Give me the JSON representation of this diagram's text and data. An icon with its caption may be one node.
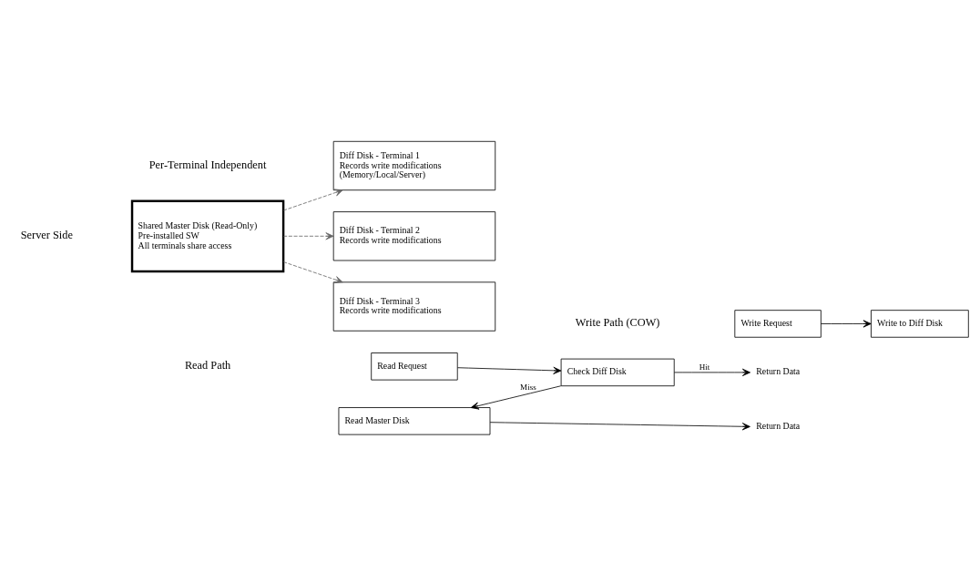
{
  "diagram": {
    "nodes": [
      {
        "text": [
          "Shared Master Disk (Read-Only)",
          "Pre-installed SW",
          "All terminals share access"
        ]
      },
      {
        "text": [
          "Diff Disk - Terminal 1",
          "Records write modifications",
          "(Memory/Local/Server)"
        ]
      },
      {
        "text": [
          "Diff Disk - Terminal 2",
          "Records write modifications"
        ]
      },
      {
        "text": [
          "Diff Disk - Terminal 3",
          "Records write modifications"
        ]
      },
      {
        "text": [
          "Read Request"
        ]
      },
      {
        "text": [
          "Check Diff Disk"
        ]
      },
      {
        "text": [
          "Return Data"
        ]
      },
      {
        "text": [
          "Read Master Disk"
        ]
      },
      {
        "text": [
          "Return Data"
        ]
      },
      {
        "text": [
          "Write Request"
        ]
      },
      {
        "text": [
          "Write to Diff Disk"
        ]
      }
    ],
    "edges": [
      {
        "from": 0,
        "to": 1,
        "arrow": "to",
        "style": "dashed",
        "color": "#666666"
      },
      {
        "from": 0,
        "to": 2,
        "arrow": "to",
        "style": "dashed",
        "color": "#666666"
      },
      {
        "from": 0,
        "to": 3,
        "arrow": "to",
        "style": "dashed",
        "color": "#666666"
      },
      {
        "from": 4,
        "to": 5,
        "arrow": "to"
      },
      {
        "from": 5,
        "to": 6,
        "arrow": "to",
        "label": "Hit"
      },
      {
        "from": 5,
        "to": 7,
        "arrow": "to",
        "label": "Miss"
      },
      {
        "from": 7,
        "to": 8,
        "arrow": "to"
      },
      {
        "from": 9,
        "to": 10,
        "arrow": "to"
      }
    ],
    "labels": [
      "Server Side",
      "Per-Terminal Independent",
      "Read Path",
      "Write Path (COW)"
    ]
  }
}
